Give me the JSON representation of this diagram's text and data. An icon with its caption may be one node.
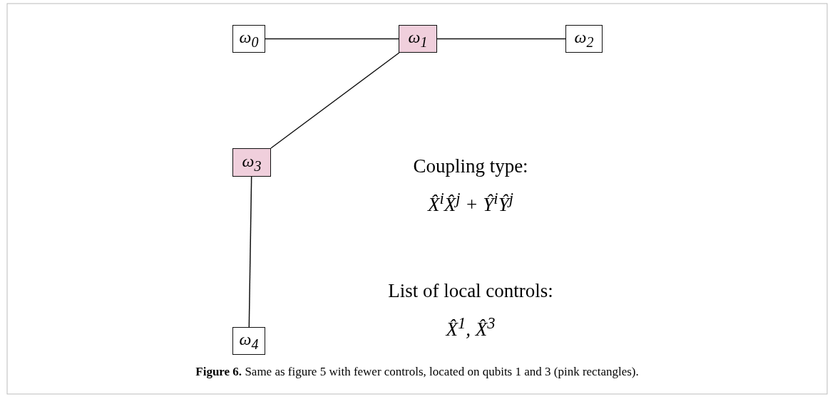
{
  "diagram": {
    "caption": "**Figure 6.** Same as figure 5 with fewer controls, located on qubits 1 and 3 (pink rectangles).",
    "nodes": [
      {
        "text": [
          "ω$_{0}$"
        ]
      },
      {
        "text": [
          "ω$_{1}$"
        ]
      },
      {
        "text": [
          "ω$_{2}$"
        ]
      },
      {
        "text": [
          "ω$_{3}$"
        ]
      },
      {
        "text": [
          "ω$_{4}$"
        ]
      }
    ],
    "edges": [
      {
        "from": 0,
        "to": 1,
        "arrow": "none"
      },
      {
        "from": 1,
        "to": 2,
        "arrow": "none"
      },
      {
        "from": 1,
        "to": 3,
        "arrow": "none"
      },
      {
        "from": 3,
        "to": 4,
        "arrow": "none"
      }
    ],
    "labels": [
      "Coupling type:",
      "X̂$^{i}$X̂$^{j}$ + Ŷ$^{i}$Ŷ$^{j}$",
      "List of local controls:",
      "X̂$^{1}$, X̂$^{3}$"
    ]
  }
}
